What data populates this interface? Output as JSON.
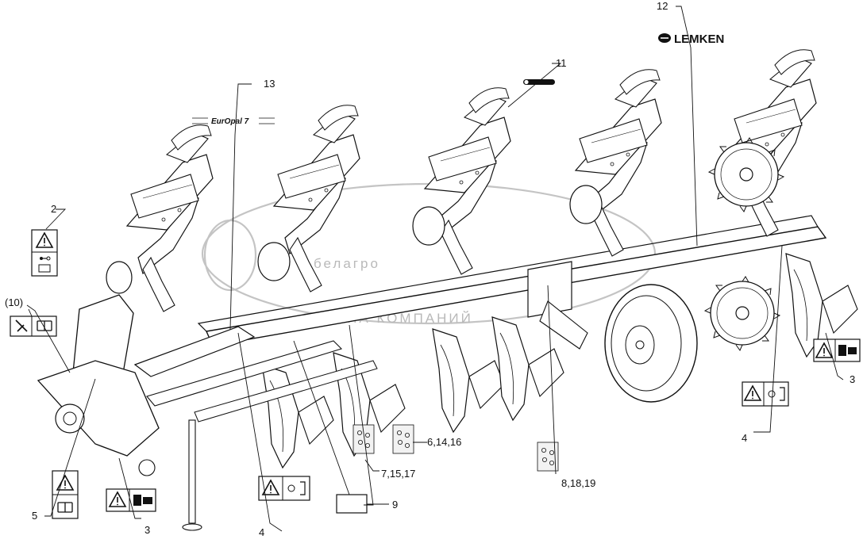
{
  "brand_label": "LEMKEN",
  "model_label": "EurOpal 7",
  "watermark": {
    "logo_text": "белагро",
    "tagline": "ГРУППА КОМПАНИЙ"
  },
  "callouts": {
    "c2": "2",
    "c10": "(10)",
    "c5": "5",
    "c3_left": "3",
    "c4_left": "4",
    "c13": "13",
    "c11": "11",
    "c12": "12",
    "c9": "9",
    "c7_15_17": "7,15,17",
    "c6_14_16": "6,14,16",
    "c8_18_19": "8,18,19",
    "c3_right": "3",
    "c4_right": "4"
  },
  "colors": {
    "line": "#111111",
    "watermark": "#bdbdbd",
    "background": "#ffffff"
  },
  "icons": [
    "warning-triangle-icon",
    "read-manual-icon",
    "tool-book-icon",
    "crush-hazard-icon",
    "pinch-hazard-icon",
    "lubrication-points-icon"
  ]
}
